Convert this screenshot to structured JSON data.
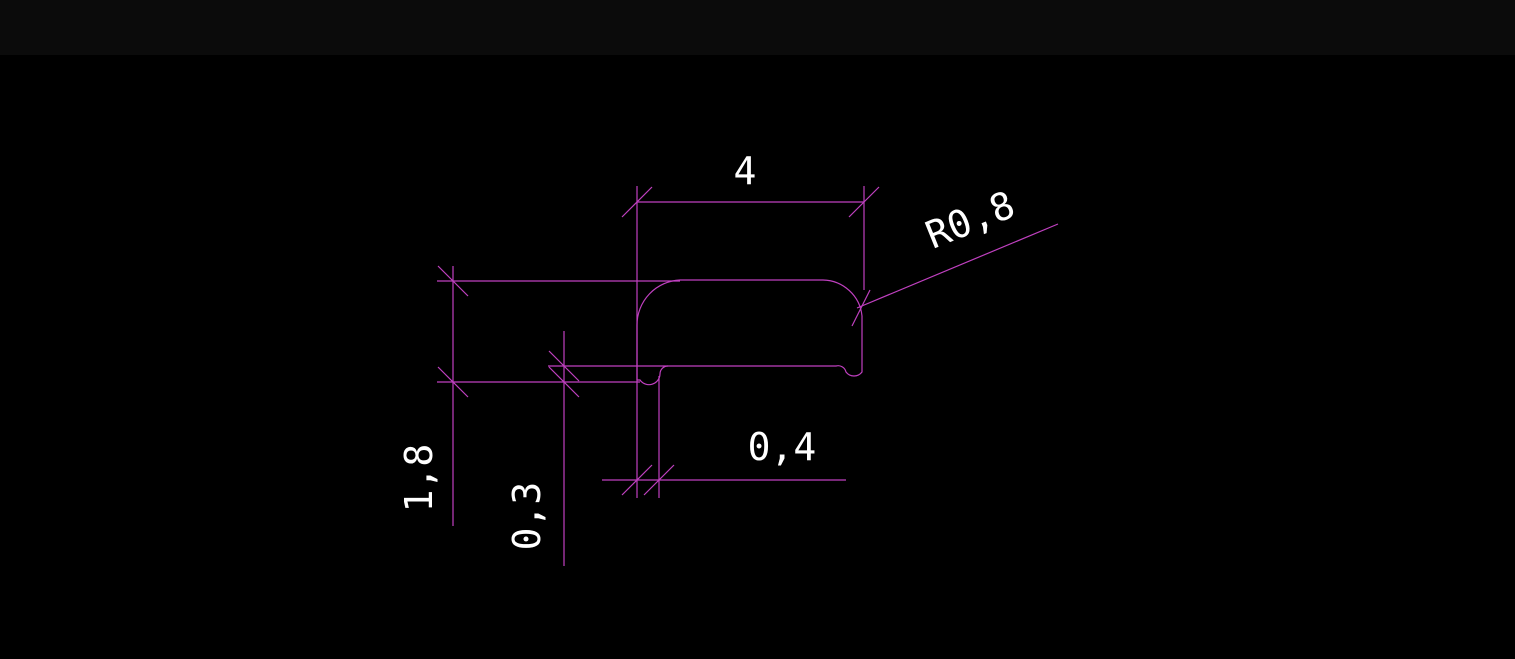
{
  "colors": {
    "background": "#000000",
    "toolbar": "#0b0b0b",
    "geometry": "#c040c0",
    "text": "#ffffff"
  },
  "dimensions": {
    "width_top": "4",
    "radius": "R0,8",
    "height_left": "1,8",
    "step": "0,3",
    "gap_bottom": "0,4"
  }
}
